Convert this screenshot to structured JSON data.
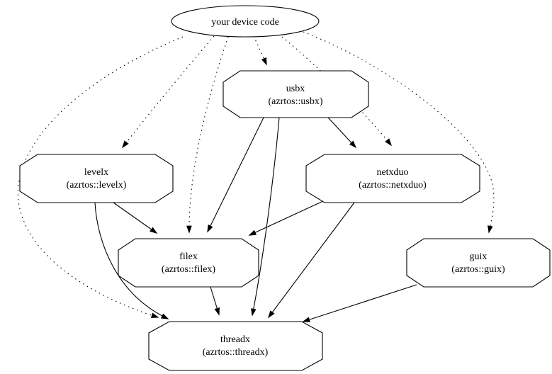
{
  "diagram": {
    "type": "dependency-graph",
    "background_color": "#ffffff",
    "stroke_color": "#000000",
    "root": {
      "id": "your-device-code",
      "label": "your device code",
      "shape": "ellipse"
    },
    "nodes": [
      {
        "id": "usbx",
        "title": "usbx",
        "subtitle": "(azrtos::usbx)",
        "shape": "octagon"
      },
      {
        "id": "levelx",
        "title": "levelx",
        "subtitle": "(azrtos::levelx)",
        "shape": "octagon"
      },
      {
        "id": "netxduo",
        "title": "netxduo",
        "subtitle": "(azrtos::netxduo)",
        "shape": "octagon"
      },
      {
        "id": "filex",
        "title": "filex",
        "subtitle": "(azrtos::filex)",
        "shape": "octagon"
      },
      {
        "id": "guix",
        "title": "guix",
        "subtitle": "(azrtos::guix)",
        "shape": "octagon"
      },
      {
        "id": "threadx",
        "title": "threadx",
        "subtitle": "(azrtos::threadx)",
        "shape": "octagon"
      }
    ],
    "edges": [
      {
        "from": "your-device-code",
        "to": "usbx",
        "style": "dotted"
      },
      {
        "from": "your-device-code",
        "to": "levelx",
        "style": "dotted"
      },
      {
        "from": "your-device-code",
        "to": "netxduo",
        "style": "dotted"
      },
      {
        "from": "your-device-code",
        "to": "filex",
        "style": "dotted"
      },
      {
        "from": "your-device-code",
        "to": "guix",
        "style": "dotted"
      },
      {
        "from": "your-device-code",
        "to": "threadx",
        "style": "dotted"
      },
      {
        "from": "usbx",
        "to": "netxduo",
        "style": "solid"
      },
      {
        "from": "usbx",
        "to": "filex",
        "style": "solid"
      },
      {
        "from": "usbx",
        "to": "threadx",
        "style": "solid"
      },
      {
        "from": "levelx",
        "to": "filex",
        "style": "solid"
      },
      {
        "from": "levelx",
        "to": "threadx",
        "style": "solid"
      },
      {
        "from": "netxduo",
        "to": "filex",
        "style": "solid"
      },
      {
        "from": "netxduo",
        "to": "threadx",
        "style": "solid"
      },
      {
        "from": "filex",
        "to": "threadx",
        "style": "solid"
      },
      {
        "from": "guix",
        "to": "threadx",
        "style": "solid"
      }
    ]
  }
}
